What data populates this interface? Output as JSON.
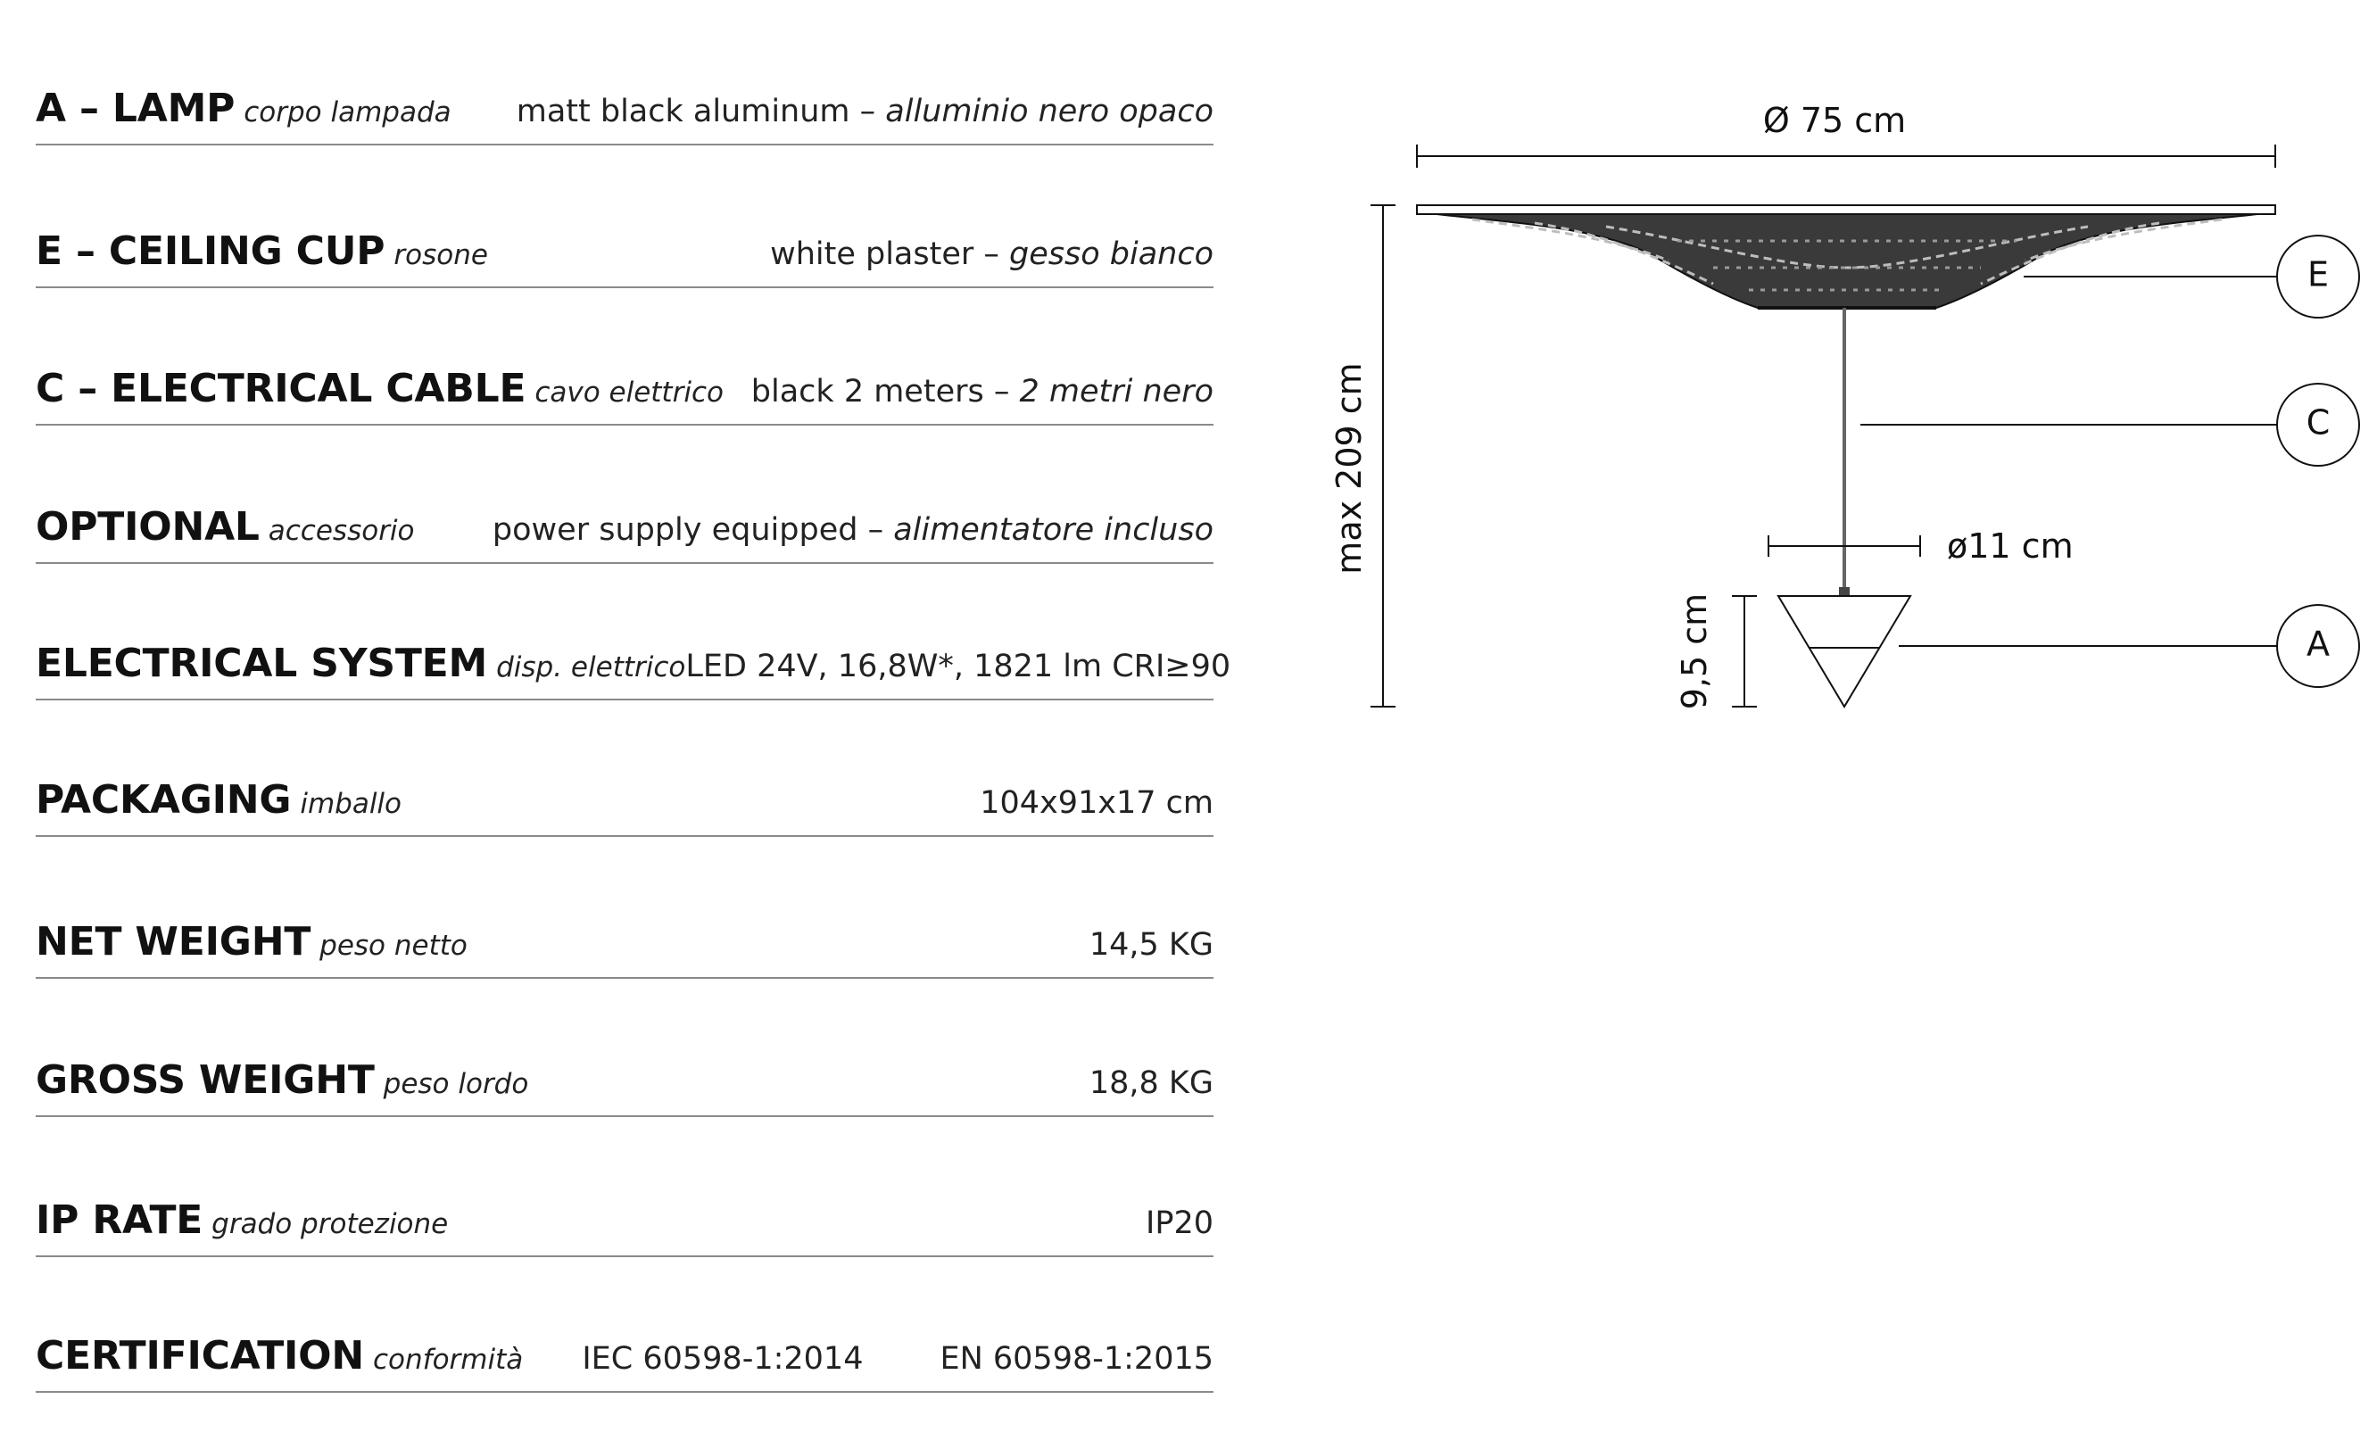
{
  "specs": [
    {
      "label": "A – LAMP",
      "sub": "corpo lampada",
      "value": "matt black aluminum – ",
      "value_it": "alluminio nero opaco"
    },
    {
      "label": "E – CEILING CUP",
      "sub": "rosone",
      "value": "white plaster – ",
      "value_it": "gesso bianco"
    },
    {
      "label": "C – ELECTRICAL CABLE",
      "sub": "cavo elettrico",
      "value": "black 2 meters  – ",
      "value_it": "2 metri nero"
    },
    {
      "label": "OPTIONAL",
      "sub": "accessorio",
      "value": "power supply equipped – ",
      "value_it": "alimentatore incluso"
    },
    {
      "label": "ELECTRICAL SYSTEM",
      "sub": "disp. elettrico",
      "value": "LED 24V, 16,8W*, 1821 lm CRI≥90",
      "value_it": ""
    },
    {
      "label": "PACKAGING",
      "sub": "imballo",
      "value": "104x91x17 cm",
      "value_it": ""
    },
    {
      "label": "NET WEIGHT",
      "sub": "peso netto",
      "value": "14,5 KG",
      "value_it": ""
    },
    {
      "label": "GROSS WEIGHT",
      "sub": "peso lordo",
      "value": "18,8 KG",
      "value_it": ""
    },
    {
      "label": "IP RATE",
      "sub": "grado protezione",
      "value": "IP20",
      "value_it": ""
    }
  ],
  "certification": {
    "label": "CERTIFICATION",
    "sub": "conformità",
    "standard_1": "IEC 60598-1:2014",
    "standard_2": "EN 60598-1:2015"
  },
  "drawing": {
    "diameter_label": "Ø 75 cm",
    "height_label": "max 209 cm",
    "lamp_diameter_label": "ø11 cm",
    "lamp_height_label": "9,5 cm",
    "callouts": [
      "E",
      "C",
      "A"
    ]
  },
  "colors": {
    "text": "#111111",
    "rule": "#8a8a8a"
  }
}
